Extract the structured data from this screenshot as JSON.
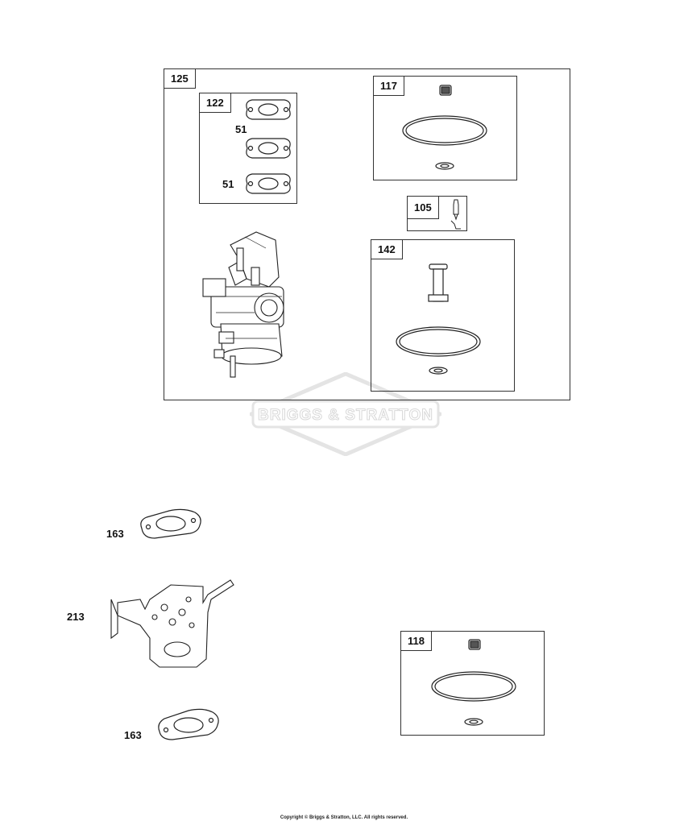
{
  "watermark": {
    "brand": "BRIGGS & STRATTON"
  },
  "assemblies": {
    "main": {
      "label": "125"
    },
    "gasket_set": {
      "label": "122",
      "gasket_upper_label": "51",
      "gasket_lower_label": "51"
    },
    "kit_117": {
      "label": "117"
    },
    "kit_105": {
      "label": "105"
    },
    "kit_142": {
      "label": "142"
    },
    "kit_118": {
      "label": "118"
    }
  },
  "loose_parts": {
    "gasket_top": {
      "label": "163"
    },
    "bracket": {
      "label": "213"
    },
    "gasket_bottom": {
      "label": "163"
    }
  },
  "footer": {
    "copyright": "Copyright © Briggs & Stratton, LLC. All rights reserved."
  }
}
